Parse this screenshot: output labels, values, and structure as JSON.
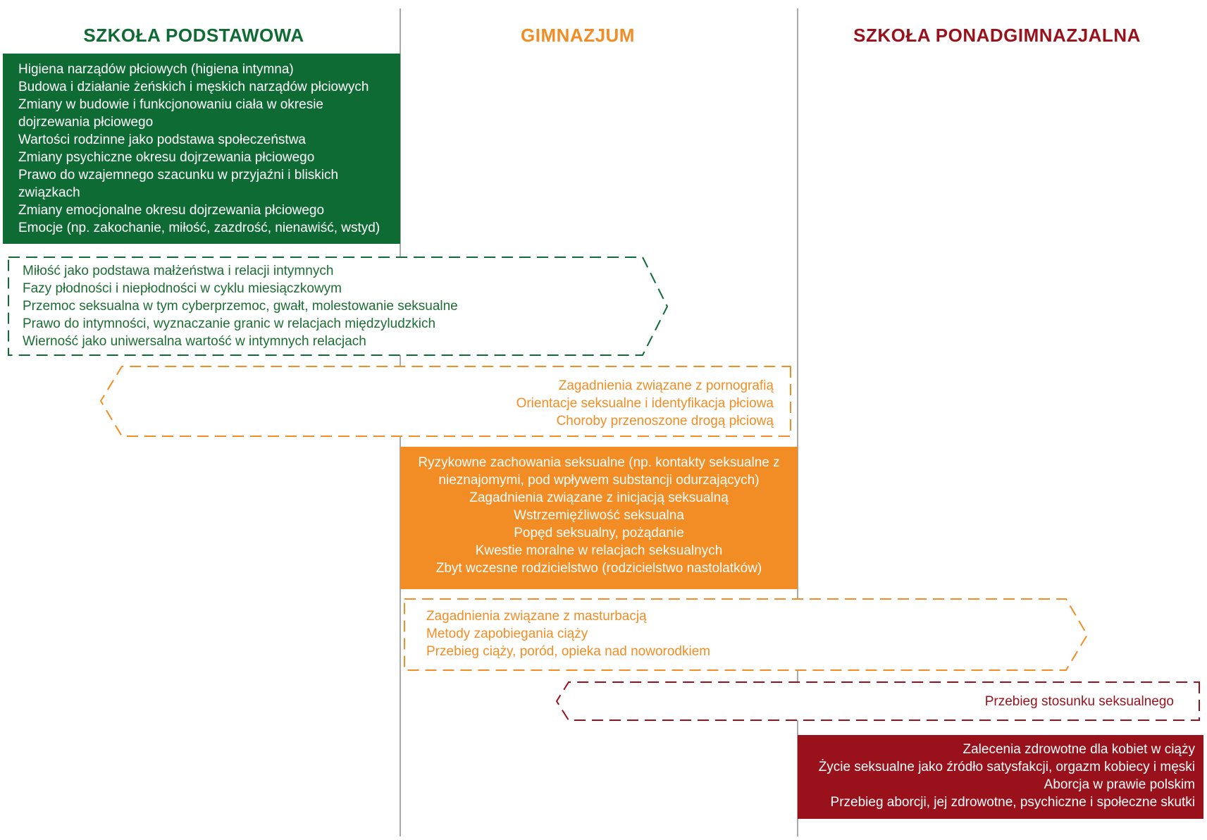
{
  "colors": {
    "green": "#0f6b34",
    "orange": "#f28d25",
    "red": "#99111a",
    "divider": "#a9a9a9"
  },
  "columns": [
    {
      "title": "SZKOŁA PODSTAWOWA"
    },
    {
      "title": "GIMNAZJUM"
    },
    {
      "title": "SZKOŁA PONADGIMNAZJALNA"
    }
  ],
  "boxes": {
    "podstawowa": {
      "items": [
        "Higiena narządów płciowych (higiena intymna)",
        "Budowa i działanie żeńskich i męskich narządów płciowych",
        "Zmiany w budowie i funkcjonowaniu ciała w okresie",
        "dojrzewania płciowego",
        "Wartości rodzinne jako podstawa społeczeństwa",
        "Zmiany psychiczne okresu dojrzewania płciowego",
        "Prawo do wzajemnego szacunku w przyjaźni i bliskich",
        "związkach",
        "Zmiany emocjonalne okresu dojrzewania płciowego",
        "Emocje (np. zakochanie, miłość, zazdrość, nienawiść, wstyd)"
      ]
    },
    "green_arrow": {
      "items": [
        "Miłość jako podstawa małżeństwa i relacji intymnych",
        "Fazy płodności i niepłodności w cyklu miesiączkowym",
        "Przemoc seksualna w tym cyberprzemoc, gwałt, molestowanie seksualne",
        "Prawo do intymności, wyznaczanie granic w relacjach międzyludzkich",
        "Wierność jako uniwersalna wartość w intymnych relacjach"
      ]
    },
    "orange_left_arrow": {
      "items": [
        "Zagadnienia związane z pornografią",
        "Orientacje seksualne i identyfikacja płciowa",
        "Choroby przenoszone drogą płciową"
      ]
    },
    "gimnazjum": {
      "items": [
        "Ryzykowne zachowania seksualne (np. kontakty seksualne z",
        "nieznajomymi, pod wpływem substancji odurzających)",
        "Zagadnienia związane z inicjacją seksualną",
        "Wstrzemięźliwość seksualna",
        "Popęd seksualny, pożądanie",
        "Kwestie moralne w relacjach seksualnych",
        "Zbyt wczesne rodzicielstwo (rodzicielstwo nastolatków)"
      ]
    },
    "orange_right_arrow": {
      "items": [
        "Zagadnienia związane z masturbacją",
        "Metody zapobiegania ciąży",
        "Przebieg ciąży, poród, opieka nad noworodkiem"
      ]
    },
    "red_arrow": {
      "items": [
        "Przebieg stosunku seksualnego"
      ]
    },
    "ponadgimnazjalna": {
      "items": [
        "Zalecenia zdrowotne dla kobiet w ciąży",
        "Życie seksualne jako źródło satysfakcji, orgazm kobiecy i męski",
        "Aborcja w prawie polskim",
        "Przebieg aborcji,  jej zdrowotne, psychiczne i społeczne skutki"
      ]
    }
  }
}
